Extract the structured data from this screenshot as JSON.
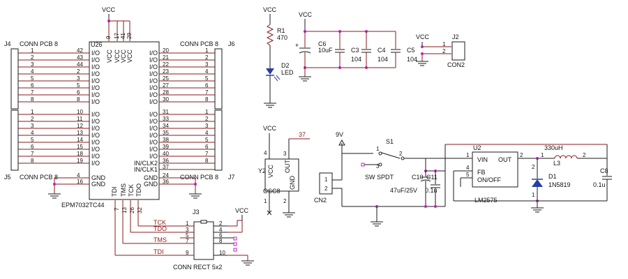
{
  "vcc": "VCC",
  "u26": {
    "ref": "U26",
    "part": "EPM7032TC44",
    "vcc_pins": [
      "9",
      "17",
      "41",
      "29"
    ],
    "left_pins": [
      {
        "n": "42",
        "l": "I/O"
      },
      {
        "n": "43",
        "l": "I/O"
      },
      {
        "n": "44",
        "l": "I/O"
      },
      {
        "n": "2",
        "l": "I/O"
      },
      {
        "n": "3",
        "l": "I/O"
      },
      {
        "n": "5",
        "l": "I/O"
      },
      {
        "n": "6",
        "l": "I/O"
      },
      {
        "n": "8",
        "l": "I/O"
      },
      {
        "n": "10",
        "l": "I/O"
      },
      {
        "n": "11",
        "l": "I/O"
      },
      {
        "n": "12",
        "l": "I/O"
      },
      {
        "n": "13",
        "l": "I/O"
      },
      {
        "n": "14",
        "l": "I/O"
      },
      {
        "n": "15",
        "l": "I/O"
      },
      {
        "n": "18",
        "l": "I/O"
      },
      {
        "n": "19",
        "l": "I/O"
      },
      {
        "n": "4",
        "l": "GND"
      },
      {
        "n": "16",
        "l": "GND"
      }
    ],
    "right_pins": [
      {
        "n": "20",
        "l": "I/O"
      },
      {
        "n": "21",
        "l": "I/O"
      },
      {
        "n": "22",
        "l": "I/O"
      },
      {
        "n": "23",
        "l": "I/O"
      },
      {
        "n": "25",
        "l": "I/O"
      },
      {
        "n": "27",
        "l": "I/O"
      },
      {
        "n": "28",
        "l": "I/O"
      },
      {
        "n": "30",
        "l": "I/O"
      },
      {
        "n": "31",
        "l": "I/O"
      },
      {
        "n": "33",
        "l": "I/O"
      },
      {
        "n": "34",
        "l": "I/O"
      },
      {
        "n": "35",
        "l": "I/O"
      },
      {
        "n": "38",
        "l": "I/O"
      },
      {
        "n": "39",
        "l": "I/O"
      },
      {
        "n": "40",
        "l": "I/O"
      },
      {
        "n": "36",
        "l": "IN/CLK2"
      },
      {
        "n": "37",
        "l": "IN/CLK1"
      },
      {
        "n": "24",
        "l": "GND"
      },
      {
        "n": "36",
        "l": "GND"
      }
    ],
    "bottom_labels": [
      "TDI",
      "TMS",
      "TCK",
      "TDO"
    ],
    "bottom_pins": [
      "7",
      "13",
      "26",
      "32"
    ]
  },
  "connectors": {
    "j4": {
      "ref": "J4",
      "name": "CONN PCB 8",
      "pins": [
        "1",
        "2",
        "3",
        "4",
        "5",
        "6",
        "7",
        "8"
      ]
    },
    "j5": {
      "ref": "J5",
      "name": "CONN PCB 8",
      "pins": [
        "1",
        "2",
        "3",
        "4",
        "5",
        "6",
        "7",
        "8"
      ]
    },
    "j6": {
      "ref": "J6",
      "name": "CONN PCB 8",
      "pins": [
        "1",
        "2",
        "3",
        "4",
        "5",
        "6",
        "7",
        "8"
      ]
    },
    "j7": {
      "ref": "J7",
      "name": "CONN PCB 8",
      "pins": [
        "1",
        "2",
        "3",
        "4",
        "5",
        "6",
        "7",
        "8"
      ]
    }
  },
  "j3": {
    "ref": "J3",
    "name": "CONN RECT 5x2",
    "nets": [
      "TCK",
      "TDO",
      "TMS",
      "TDI"
    ],
    "left_pins": [
      "1",
      "3",
      "5",
      "7",
      "9"
    ],
    "right_pins": [
      "2",
      "4",
      "6",
      "8",
      "10"
    ]
  },
  "r1": {
    "ref": "R1",
    "value": "470"
  },
  "d2": {
    "ref": "D2",
    "value": "LED"
  },
  "caps": [
    {
      "ref": "C6",
      "value": "10uF"
    },
    {
      "ref": "C3",
      "value": "104"
    },
    {
      "ref": "C4",
      "value": "104"
    },
    {
      "ref": "C5",
      "value": "104"
    }
  ],
  "j2": {
    "ref": "J2",
    "name": "CON2",
    "pins": [
      "1",
      "2"
    ]
  },
  "y2": {
    "ref": "Y2",
    "name": "OSC8",
    "pins": [
      "4",
      "3",
      "1",
      "2"
    ],
    "labels": [
      "VCC",
      "OUT",
      "GND"
    ],
    "net": "37"
  },
  "power": {
    "cn2": {
      "ref": "CN2",
      "pins": [
        "1",
        "2"
      ]
    },
    "s1": {
      "ref": "S1",
      "name": "SW SPDT",
      "pins": [
        "1",
        "2",
        "3"
      ]
    },
    "nine_v": "9V",
    "c10": {
      "ref": "C10",
      "value": "47uF/25V"
    },
    "c11": {
      "ref": "C11",
      "value": "0.1u"
    },
    "u2": {
      "ref": "U2",
      "part": "LM2575",
      "pins": [
        "1",
        "4",
        "5",
        "2"
      ],
      "labels": [
        "VIN",
        "OUT",
        "FB",
        "ON/OFF"
      ]
    },
    "l3": {
      "ref": "L3",
      "value": "330uH",
      "pins": [
        "1",
        "2"
      ]
    },
    "d1": {
      "ref": "D1",
      "value": "1N5819",
      "pins": [
        "2",
        "1"
      ]
    },
    "c8": {
      "ref": "C8",
      "value": "0.1u"
    }
  }
}
